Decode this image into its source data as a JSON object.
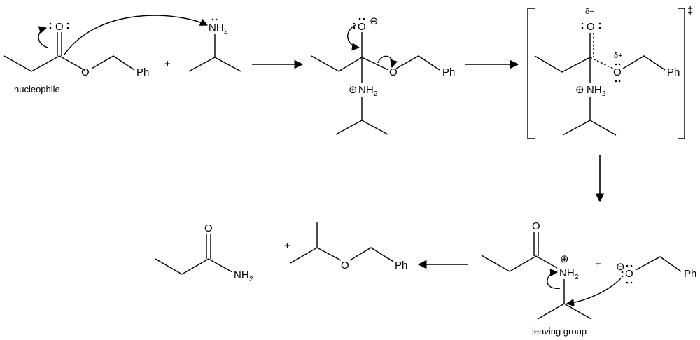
{
  "labels": {
    "oxygen": "O",
    "nh": "NH",
    "sub2": "2",
    "phenyl": "Ph",
    "plus": "+",
    "plus_charge": "⊕",
    "minus_charge": "⊖",
    "delta_minus": "δ−",
    "delta_plus": "δ+",
    "double_dagger": "‡",
    "nucleophile": "nucleophile",
    "leaving_group": "leaving group"
  }
}
